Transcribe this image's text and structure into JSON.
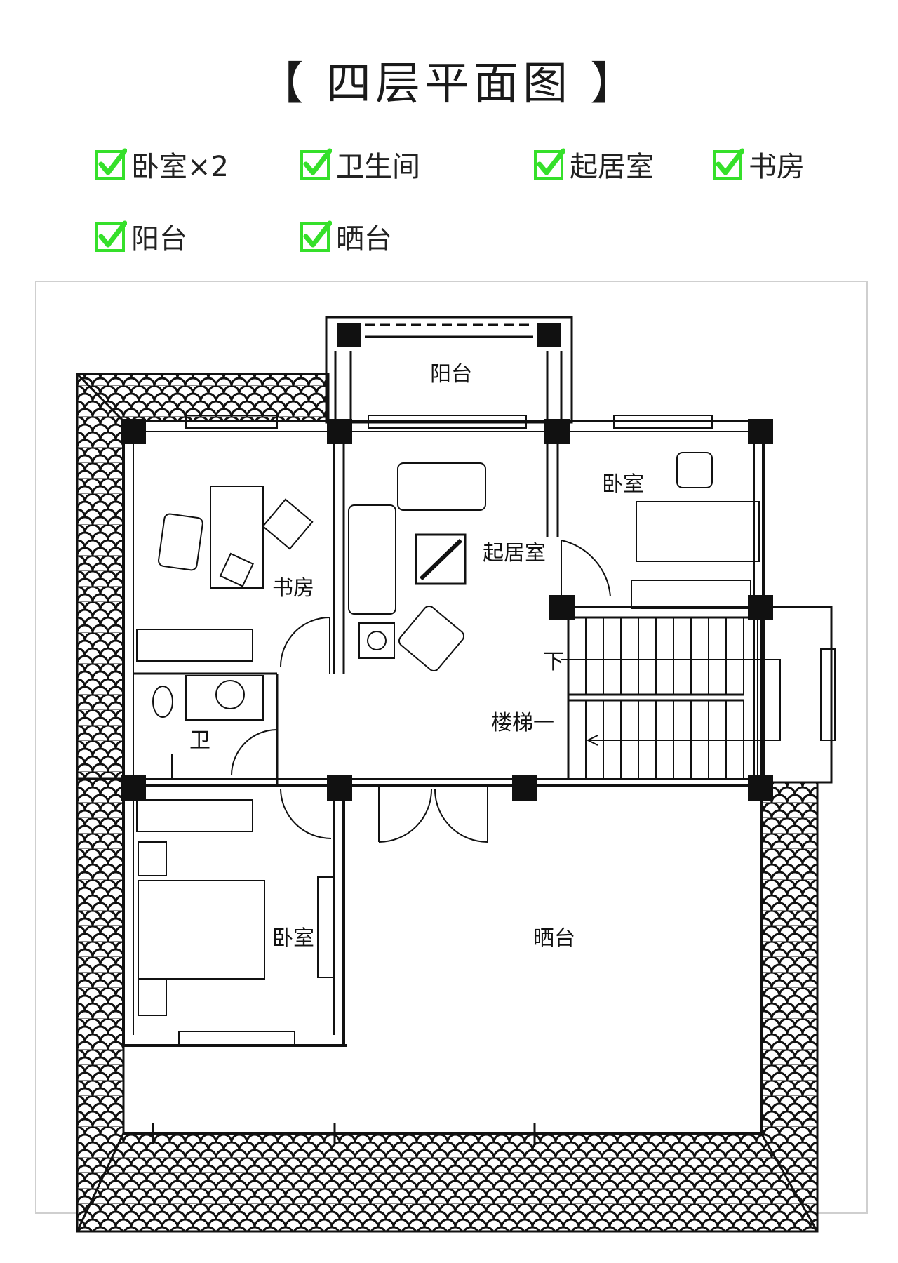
{
  "title": "【 四层平面图 】",
  "features": [
    {
      "label": "卧室×2"
    },
    {
      "label": "卫生间"
    },
    {
      "label": "起居室"
    },
    {
      "label": "书房"
    },
    {
      "label": "阳台"
    },
    {
      "label": "晒台"
    }
  ],
  "rooms": {
    "balcony": "阳台",
    "study": "书房",
    "living": "起居室",
    "bedroom_ne": "卧室",
    "bath": "卫",
    "stairs": "楼梯一",
    "down": "下",
    "bedroom_sw": "卧室",
    "terrace": "晒台"
  },
  "colors": {
    "check": "#35e02a",
    "wall": "#111111",
    "frame": "#cfcfcf"
  }
}
